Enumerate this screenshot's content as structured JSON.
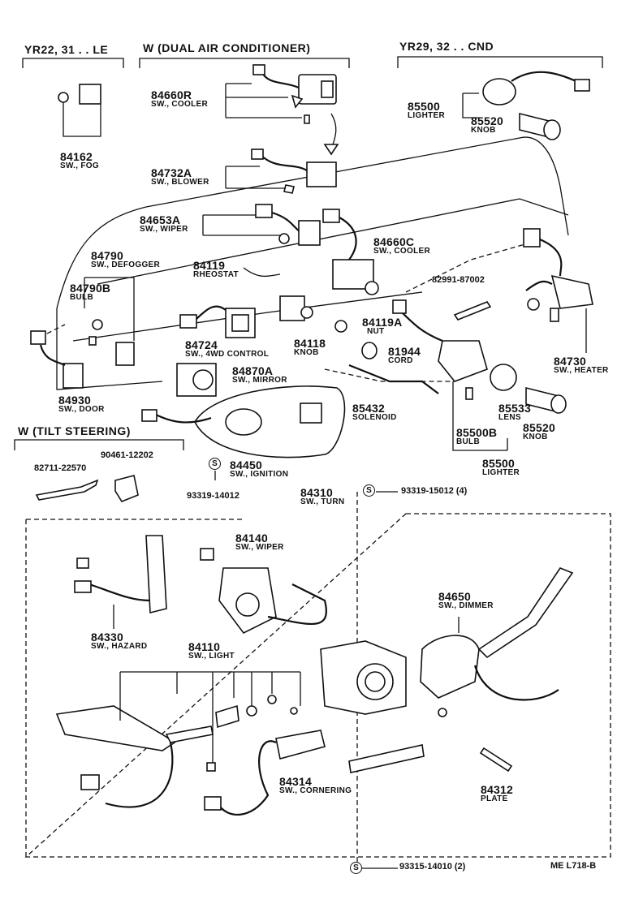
{
  "headers": {
    "yr22": "YR22, 31 . . LE",
    "dual_ac": "W (DUAL AIR CONDITIONER)",
    "yr29": "YR29, 32 . . CND",
    "tilt": "W (TILT STEERING)"
  },
  "parts": [
    {
      "id": "p84162",
      "num": "84162",
      "sub": "SW., FOG"
    },
    {
      "id": "p84660r",
      "num": "84660R",
      "sub": "SW., COOLER"
    },
    {
      "id": "p84732a",
      "num": "84732A",
      "sub": "SW., BLOWER"
    },
    {
      "id": "p85500top",
      "num": "85500",
      "sub": "LIGHTER"
    },
    {
      "id": "p85520top",
      "num": "85520",
      "sub": "KNOB"
    },
    {
      "id": "p84653a",
      "num": "84653A",
      "sub": "SW., WIPER"
    },
    {
      "id": "p84790",
      "num": "84790",
      "sub": "SW., DEFOGGER"
    },
    {
      "id": "p84119",
      "num": "84119",
      "sub": "RHEOSTAT"
    },
    {
      "id": "p84660c",
      "num": "84660C",
      "sub": "SW., COOLER"
    },
    {
      "id": "p82991",
      "num": "82991-87002",
      "sub": ""
    },
    {
      "id": "p84790b",
      "num": "84790B",
      "sub": "BULB"
    },
    {
      "id": "p84119a",
      "num": "84119A",
      "sub": "NUT"
    },
    {
      "id": "p84118",
      "num": "84118",
      "sub": "KNOB"
    },
    {
      "id": "p81944",
      "num": "81944",
      "sub": "CORD"
    },
    {
      "id": "p84724",
      "num": "84724",
      "sub": "SW., 4WD CONTROL"
    },
    {
      "id": "p84870a",
      "num": "84870A",
      "sub": "SW., MIRROR"
    },
    {
      "id": "p84730",
      "num": "84730",
      "sub": "SW., HEATER"
    },
    {
      "id": "p84930",
      "num": "84930",
      "sub": "SW., DOOR"
    },
    {
      "id": "p85432",
      "num": "85432",
      "sub": "SOLENOID"
    },
    {
      "id": "p85533",
      "num": "85533",
      "sub": "LENS"
    },
    {
      "id": "p85500b",
      "num": "85500B",
      "sub": "BULB"
    },
    {
      "id": "p85520",
      "num": "85520",
      "sub": "KNOB"
    },
    {
      "id": "p85500",
      "num": "85500",
      "sub": "LIGHTER"
    },
    {
      "id": "p82711",
      "num": "82711-22570",
      "sub": ""
    },
    {
      "id": "p90461",
      "num": "90461-12202",
      "sub": ""
    },
    {
      "id": "p84450",
      "num": "84450",
      "sub": "SW., IGNITION"
    },
    {
      "id": "p93319a",
      "num": "93319-14012",
      "sub": ""
    },
    {
      "id": "p84310",
      "num": "84310",
      "sub": "SW., TURN"
    },
    {
      "id": "p93319b",
      "num": "93319-15012 (4)",
      "sub": ""
    },
    {
      "id": "p84140",
      "num": "84140",
      "sub": "SW., WIPER"
    },
    {
      "id": "p84650",
      "num": "84650",
      "sub": "SW., DIMMER"
    },
    {
      "id": "p84330",
      "num": "84330",
      "sub": "SW., HAZARD"
    },
    {
      "id": "p84110",
      "num": "84110",
      "sub": "SW., LIGHT"
    },
    {
      "id": "p84314",
      "num": "84314",
      "sub": "SW., CORNERING"
    },
    {
      "id": "p84312",
      "num": "84312",
      "sub": "PLATE"
    },
    {
      "id": "p93315",
      "num": "93315-14010 (2)",
      "sub": ""
    }
  ],
  "badge_symbol": "S",
  "figure_code": "ME  L718-B"
}
